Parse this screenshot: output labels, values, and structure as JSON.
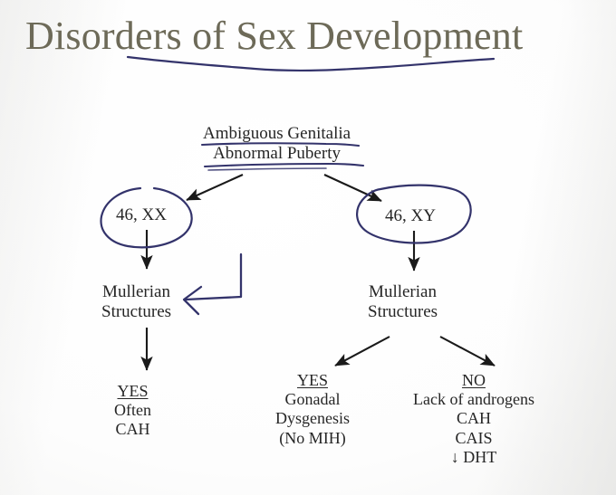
{
  "slide": {
    "title": "Disorders of Sex Development",
    "title_color": "#6d6a58",
    "ink_color": "#2e2e63",
    "arrow_color": "#1a1a1a",
    "background_color": "#fdfdfd"
  },
  "diagram": {
    "type": "flowchart",
    "root": {
      "line1": "Ambiguous Genitalia",
      "line2": "Abnormal Puberty"
    },
    "karyotypes": {
      "left": "46, XX",
      "right": "46, XY"
    },
    "mullerian": {
      "left_line1": "Mullerian",
      "left_line2": "Structures",
      "right_line1": "Mullerian",
      "right_line2": "Structures"
    },
    "outcomes": {
      "left": {
        "answer": "YES",
        "line1": "Often",
        "line2": "CAH"
      },
      "middle": {
        "answer": "YES",
        "line1": "Gonadal",
        "line2": "Dysgenesis",
        "line3": "(No MIH)"
      },
      "right": {
        "answer": "NO",
        "line1": "Lack of androgens",
        "line2": "CAH",
        "line3": "CAIS",
        "line4": "↓ DHT"
      }
    }
  }
}
